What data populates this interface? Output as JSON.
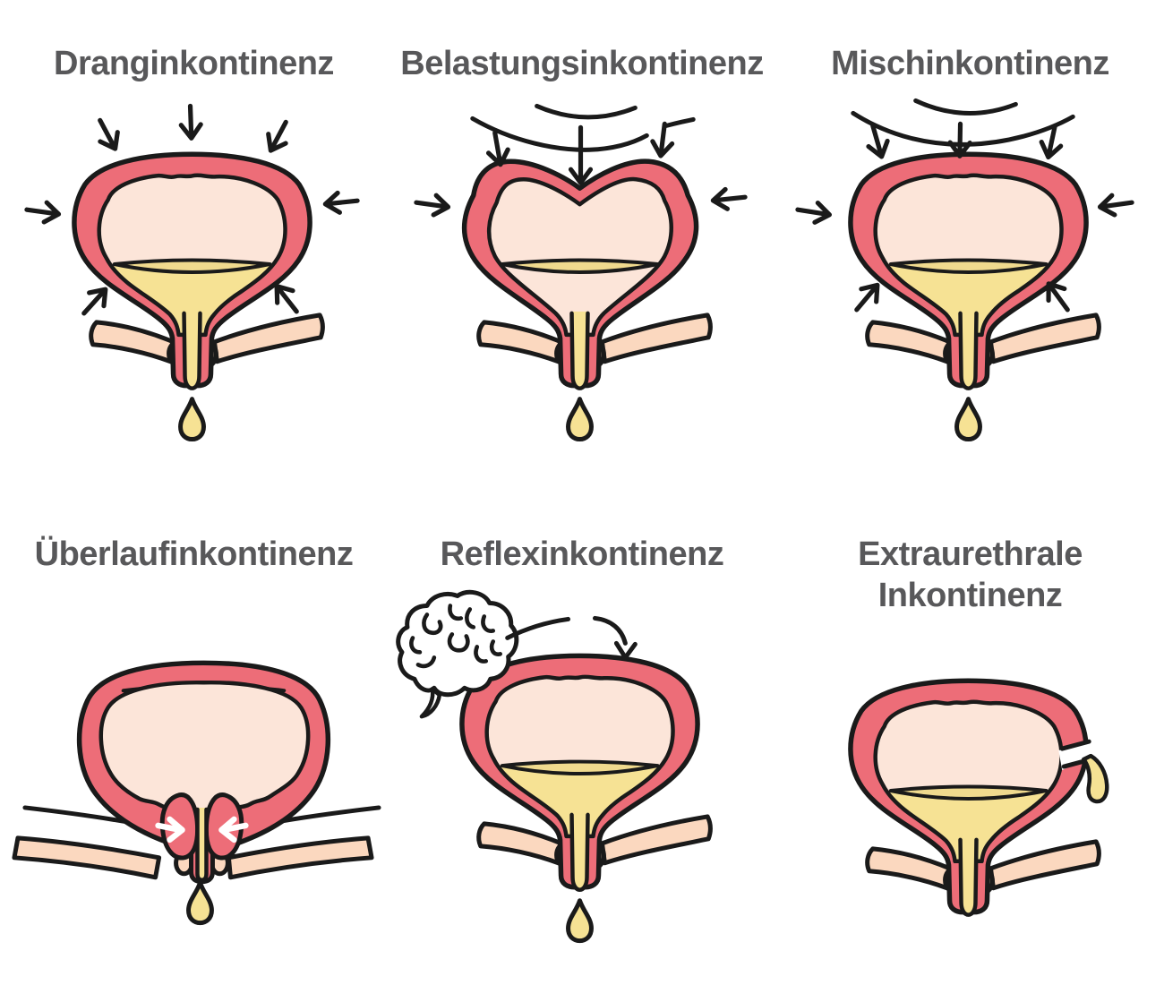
{
  "figure": {
    "background": "#ffffff",
    "description_kind": "six-panel bladder diagram of urinary incontinence types"
  },
  "colors": {
    "wall": "#ed6d78",
    "cavity": "#fce5d9",
    "urine": "#f6e294",
    "urine_dark": "#f0da8e",
    "skin": "#fbd8bf",
    "outline": "#1a1a1a",
    "title": "#58585a",
    "white": "#ffffff"
  },
  "icons": {
    "pressure-arrow": "hand-drawn black arrow",
    "pressure-arc": "curved pressure wave line",
    "urine-drop": "yellow teardrop",
    "brain": "hand-drawn brain outline with broken nerve signal arrow",
    "prostate-squeeze-arrows": "white arrows pressing urethra closed",
    "wall-leak": "gap in bladder wall with leaking drop"
  },
  "panels": [
    {
      "id": "drang",
      "title": "Dranginkontinenz"
    },
    {
      "id": "belastung",
      "title": "Belastungsinkontinenz"
    },
    {
      "id": "misch",
      "title": "Mischinkontinenz"
    },
    {
      "id": "ueberlauf",
      "title": "Überlaufinkontinenz"
    },
    {
      "id": "reflex",
      "title": "Reflexinkontinenz"
    },
    {
      "id": "extraurethral",
      "title": "Extraurethrale Inkontinenz",
      "title_lines": [
        "Extraurethrale",
        "Inkontinenz"
      ]
    }
  ]
}
